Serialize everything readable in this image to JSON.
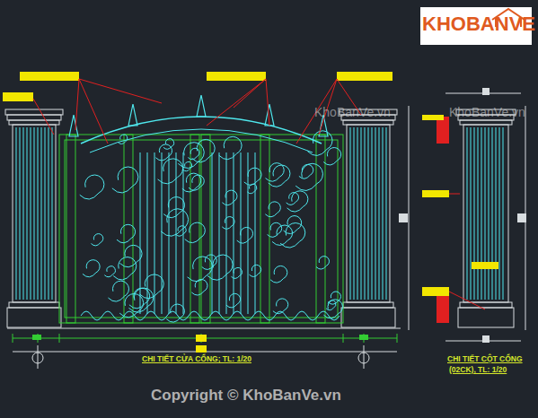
{
  "diagram": {
    "labels": [
      "KHOBANVE",
      "KhoBanVe.vn",
      "KhoBanVe.vn",
      "CHI TIẾT CỬA CỔNG; TL: 1/20",
      "CHI TIẾT CỘT CỔNG",
      "(02CK), TL: 1/20",
      "Copyright © KhoBanVe.vn"
    ]
  }
}
